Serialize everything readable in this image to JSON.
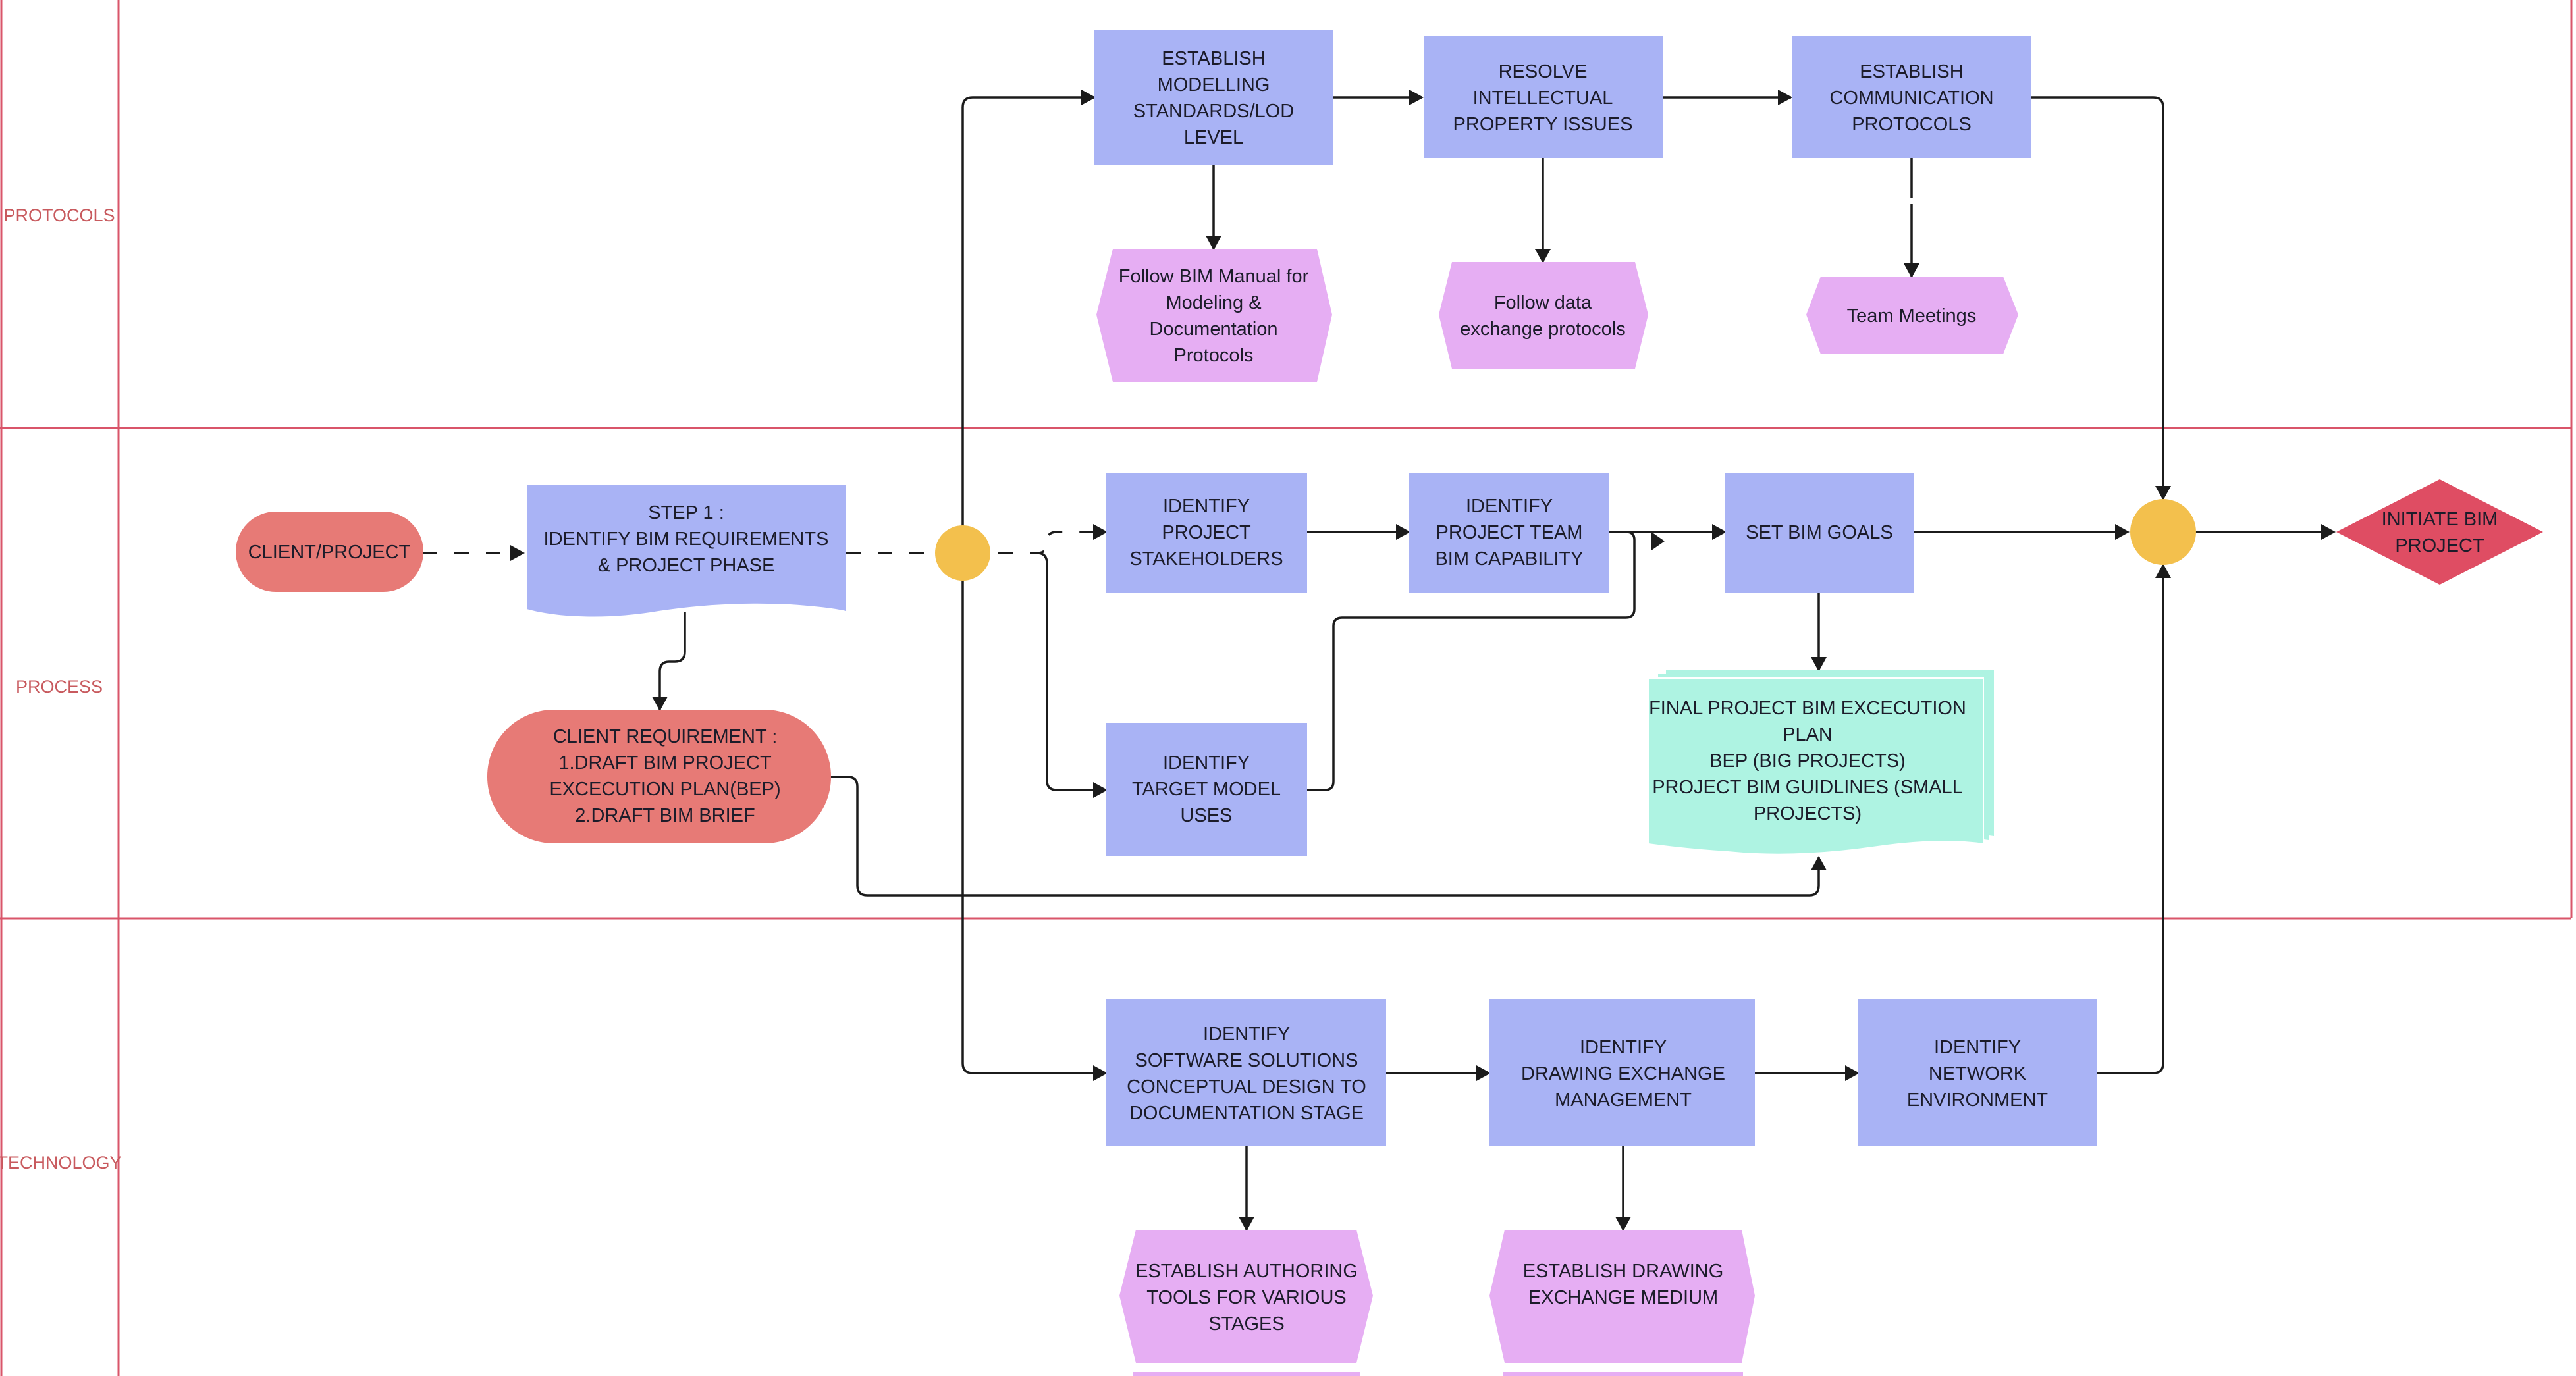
{
  "lanes": [
    {
      "id": "protocols",
      "label": "PROTOCOLS"
    },
    {
      "id": "process",
      "label": "PROCESS"
    },
    {
      "id": "technology",
      "label": "TECHNOLOGY"
    }
  ],
  "nodes": {
    "client_project": {
      "lines": [
        "CLIENT/PROJECT"
      ]
    },
    "step1": {
      "lines": [
        "STEP 1 :",
        "IDENTIFY BIM REQUIREMENTS",
        "& PROJECT PHASE"
      ]
    },
    "client_requirement": {
      "lines": [
        "CLIENT REQUIREMENT :",
        "1.DRAFT BIM PROJECT",
        "EXCECUTION PLAN(BEP)",
        "2.DRAFT BIM BRIEF"
      ]
    },
    "establish_modelling": {
      "lines": [
        "ESTABLISH",
        "MODELLING",
        "STANDARDS/LOD",
        "LEVEL"
      ]
    },
    "resolve_ip": {
      "lines": [
        "RESOLVE",
        "INTELLECTUAL",
        "PROPERTY ISSUES"
      ]
    },
    "establish_comm": {
      "lines": [
        "ESTABLISH",
        "COMMUNICATION",
        "PROTOCOLS"
      ]
    },
    "follow_manual": {
      "lines": [
        "Follow BIM Manual for",
        "Modeling &",
        "Documentation",
        "Protocols"
      ]
    },
    "follow_data": {
      "lines": [
        "Follow data",
        "exchange protocols"
      ]
    },
    "team_meetings": {
      "lines": [
        "Team Meetings"
      ]
    },
    "identify_stakeholders": {
      "lines": [
        "IDENTIFY",
        "PROJECT",
        "STAKEHOLDERS"
      ]
    },
    "identify_team": {
      "lines": [
        "IDENTIFY",
        "PROJECT TEAM",
        "BIM CAPABILITY"
      ]
    },
    "set_goals": {
      "lines": [
        "SET BIM GOALS"
      ]
    },
    "identify_target": {
      "lines": [
        "IDENTIFY",
        "TARGET MODEL",
        "USES"
      ]
    },
    "final_bep": {
      "lines": [
        "FINAL PROJECT BIM EXCECUTION",
        "PLAN",
        "BEP (BIG PROJECTS)",
        "PROJECT BIM GUIDLINES (SMALL",
        "PROJECTS)"
      ]
    },
    "initiate": {
      "lines": [
        "INITIATE BIM",
        "PROJECT"
      ]
    },
    "identify_software": {
      "lines": [
        "IDENTIFY",
        "SOFTWARE SOLUTIONS",
        "CONCEPTUAL DESIGN TO",
        "DOCUMENTATION STAGE"
      ]
    },
    "identify_drawing": {
      "lines": [
        "IDENTIFY",
        "DRAWING EXCHANGE",
        "MANAGEMENT"
      ]
    },
    "identify_network": {
      "lines": [
        "IDENTIFY",
        "NETWORK",
        "ENVIRONMENT"
      ]
    },
    "establish_authoring": {
      "lines": [
        "ESTABLISH AUTHORING",
        "TOOLS FOR VARIOUS",
        "STAGES"
      ]
    },
    "establish_drawing_medium": {
      "lines": [
        "ESTABLISH DRAWING",
        "EXCHANGE MEDIUM"
      ]
    }
  },
  "colors": {
    "process_box": "#a9b3f5",
    "data_hexagon": "#e6aef3",
    "terminal_red": "#e77a76",
    "decision_red": "#df4d63",
    "document_teal": "#aef3e2",
    "junction_yellow": "#f3c04d",
    "lane_border": "#d9556a",
    "lane_label": "#c85a5e",
    "edge": "#1b1b1b"
  }
}
